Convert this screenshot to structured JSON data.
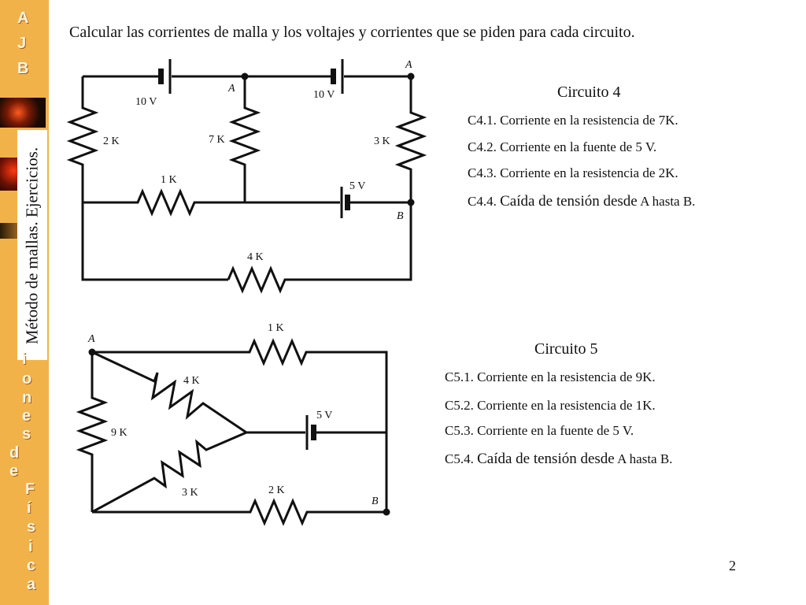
{
  "sidebar": {
    "letters_top": [
      "A",
      "J",
      "B"
    ],
    "letters_bottom": [
      "i",
      "o",
      "n",
      "e",
      "s",
      "d",
      "e",
      "F",
      "í",
      "s",
      "i",
      "c",
      "a"
    ],
    "vertical_label": "Método de mallas. Ejercicios."
  },
  "title": "Calcular las corrientes de malla y los voltajes y corrientes que se piden para cada circuito.",
  "circuit4": {
    "title": "Circuito 4",
    "questions": [
      {
        "id": "C4.1.",
        "text": "Corriente en la resistencia de 7K."
      },
      {
        "id": "C4.2.",
        "text": "Corriente en la fuente de 5 V."
      },
      {
        "id": "C4.3.",
        "text": "Corriente en la resistencia de 2K."
      },
      {
        "id": "C4.4.",
        "text_big": "Caída de tensión desde",
        "text": "A hasta B."
      }
    ],
    "labels": {
      "v1": "10 V",
      "v2": "10 V",
      "v3": "5 V",
      "r2k": "2 K",
      "r7k": "7 K",
      "r3k": "3 K",
      "r1k": "1 K",
      "r4k": "4 K",
      "nodeA1": "A",
      "nodeA2": "A",
      "nodeB": "B"
    }
  },
  "circuit5": {
    "title": "Circuito 5",
    "questions": [
      {
        "id": "C5.1.",
        "text": "Corriente en la resistencia de 9K."
      },
      {
        "id": "C5.2.",
        "text": "Corriente en la resistencia de 1K."
      },
      {
        "id": "C5.3.",
        "text": "Corriente en la fuente de 5 V."
      },
      {
        "id": "C5.4.",
        "text_big": "Caída de tensión desde",
        "text": "A hasta B."
      }
    ],
    "labels": {
      "r1k": "1 K",
      "r4k": "4 K",
      "r9k": "9 K",
      "r3k": "3 K",
      "r2k": "2 K",
      "v1": "5 V",
      "nodeA": "A",
      "nodeB": "B"
    }
  },
  "page_number": "2"
}
